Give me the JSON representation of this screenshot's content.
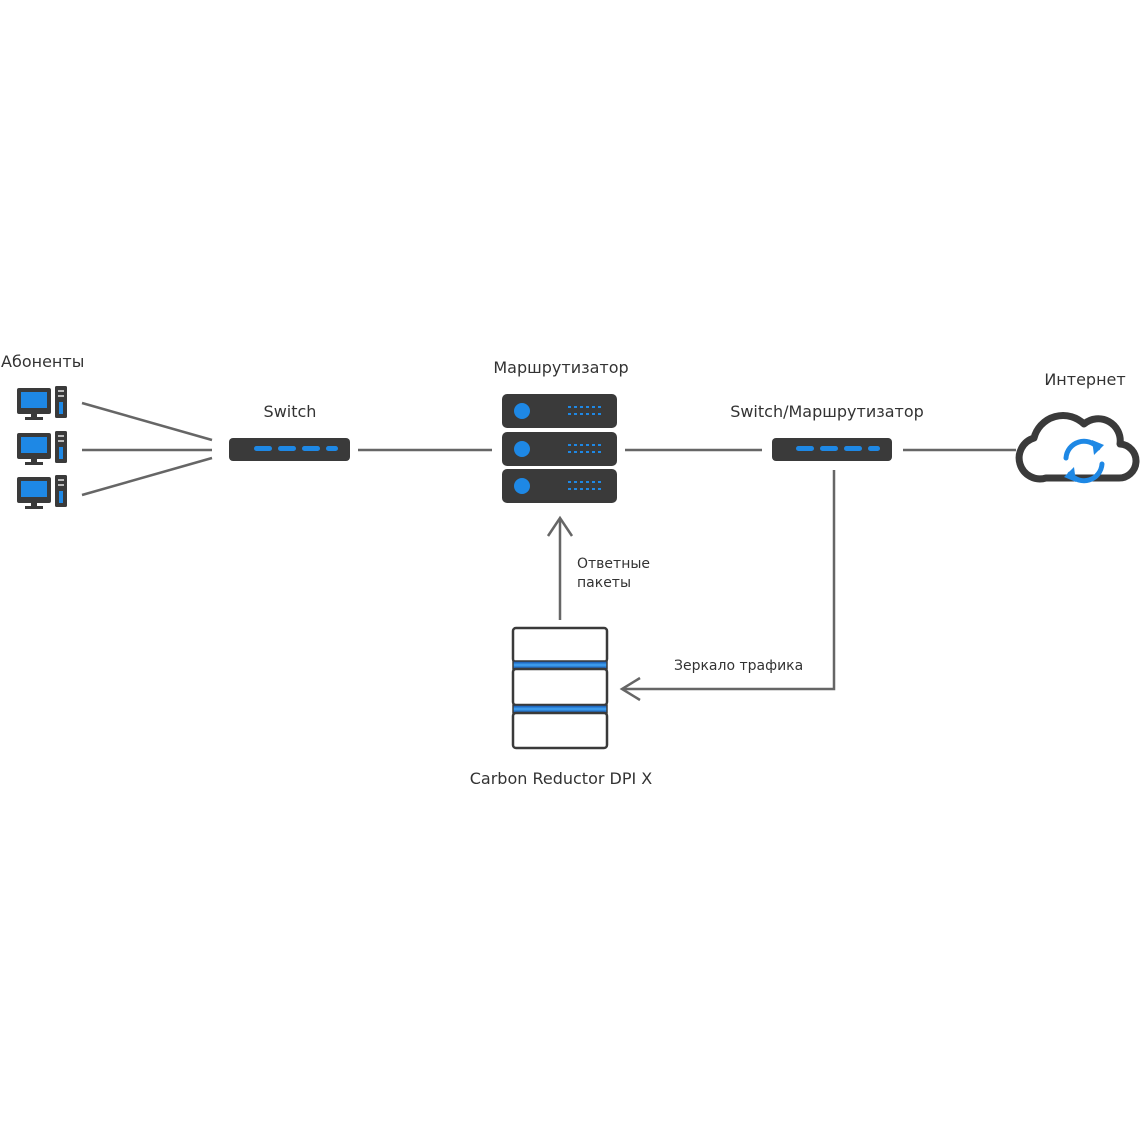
{
  "labels": {
    "subscribers": "Абоненты",
    "switch": "Switch",
    "router": "Маршрутизатор",
    "switch_router": "Switch/Маршрутизатор",
    "internet": "Интернет",
    "response_packets_line1": "Ответные",
    "response_packets_line2": "пакеты",
    "traffic_mirror": "Зеркало трафика",
    "dpi": "Carbon Reductor DPI X"
  },
  "colors": {
    "device_dark": "#3a3a3a",
    "accent_blue": "#1e88e5",
    "line": "#666666",
    "text": "#333333"
  },
  "icons": {
    "subscriber": "desktop-computer-icon",
    "switch": "network-switch-icon",
    "router": "server-rack-icon",
    "internet": "cloud-sync-icon",
    "dpi": "server-stack-icon"
  }
}
